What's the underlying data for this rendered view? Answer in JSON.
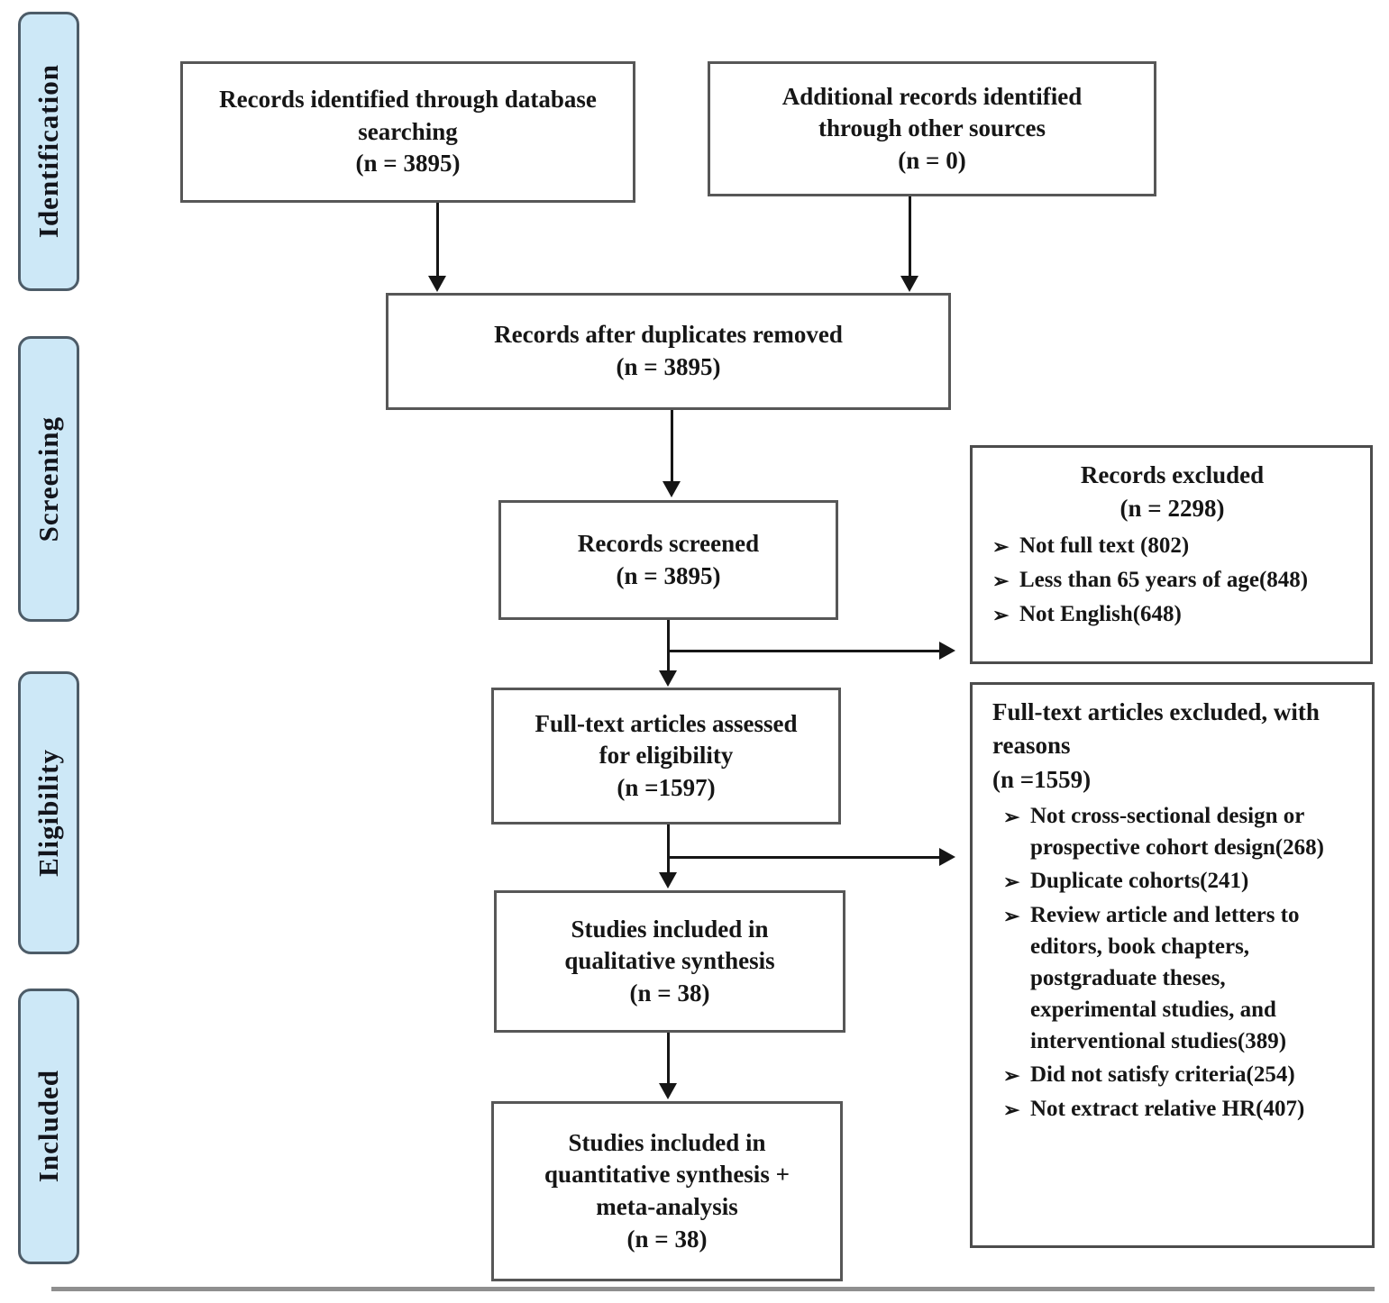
{
  "figure": {
    "kind": "PRISMA flow diagram"
  },
  "theme": {
    "tab-fill": "#cde8f7",
    "tab-border": "#4d5c68",
    "box-border": "#575757",
    "ink": "#161616",
    "divider": "#8f8f8f"
  },
  "stages": [
    "Identification",
    "Screening",
    "Eligibility",
    "Included"
  ],
  "boxes": {
    "db_search": "Records identified through database\nsearching\n(n = 3895)",
    "other_sources": "Additional records identified\nthrough other sources\n(n = 0)",
    "after_duplicates": "Records after duplicates removed\n(n = 3895)",
    "records_screened": "Records screened\n(n = 3895)",
    "fulltext_assessed": "Full-text articles assessed\nfor eligibility\n(n =1597)",
    "qualitative": "Studies included in\nqualitative synthesis\n(n = 38)",
    "quantitative": "Studies included in\nquantitative synthesis +\nmeta-analysis\n(n = 38)"
  },
  "exclusions": {
    "records_excluded": {
      "title": "Records excluded\n(n = 2298)",
      "items": [
        "Not full text (802)",
        "Less than 65 years of age(848)",
        "Not English(648)"
      ]
    },
    "fulltext_excluded": {
      "title": "Full-text articles excluded, with\nreasons\n(n =1559)",
      "items": [
        "Not cross-sectional design or\nprospective cohort design(268)",
        "Duplicate cohorts(241)",
        "Review article and letters to\neditors, book chapters,\npostgraduate theses,\nexperimental studies, and\ninterventional studies(389)",
        "Did not satisfy criteria(254)",
        "Not extract relative HR(407)"
      ]
    }
  },
  "bullet_marker": "➢"
}
